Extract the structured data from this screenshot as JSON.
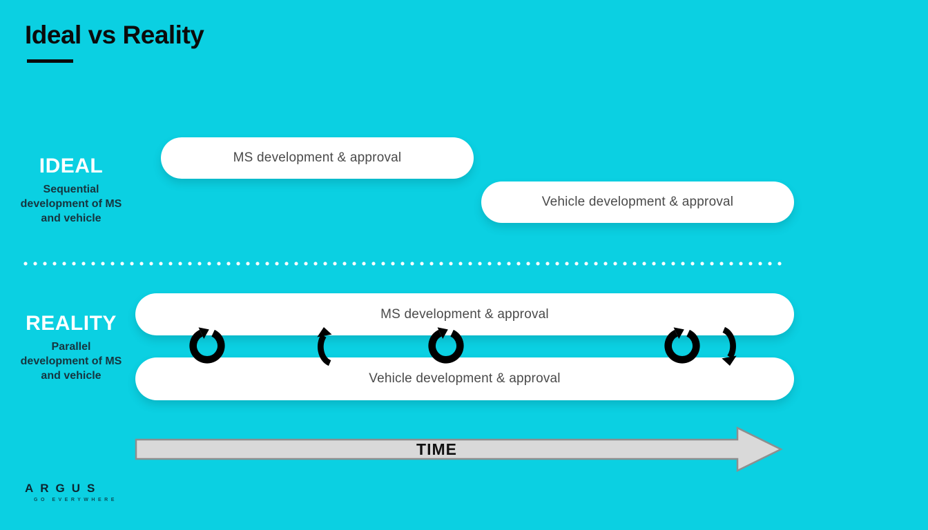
{
  "slide": {
    "title": "Ideal vs Reality"
  },
  "colors": {
    "background": "#0BD0E2",
    "pill_background": "#FFFFFF",
    "pill_text": "#4A4A4A",
    "section_label": "#FFFFFF",
    "section_subtitle": "#16353F",
    "title_text": "#0B0B0B",
    "cycle_icon": "#000000",
    "time_arrow_fill": "#D9D9D9",
    "time_arrow_border": "#8E8E8E"
  },
  "ideal": {
    "label": "IDEAL",
    "subtitle_lines": [
      "Sequential",
      "development of MS",
      "and vehicle"
    ],
    "bars": [
      {
        "label": "MS development & approval"
      },
      {
        "label": "Vehicle development & approval"
      }
    ]
  },
  "reality": {
    "label": "REALITY",
    "subtitle_lines": [
      "Parallel",
      "development of MS",
      "and vehicle"
    ],
    "bars": [
      {
        "label": "MS development & approval"
      },
      {
        "label": "Vehicle development & approval"
      }
    ],
    "cycle_icons": [
      "cycle-full",
      "cycle-partial-up",
      "cycle-full",
      "cycle-full",
      "cycle-partial-down"
    ]
  },
  "timeline": {
    "label": "TIME"
  },
  "footer": {
    "logo_text": "ARGUS",
    "tagline": "GO EVERYWHERE"
  }
}
